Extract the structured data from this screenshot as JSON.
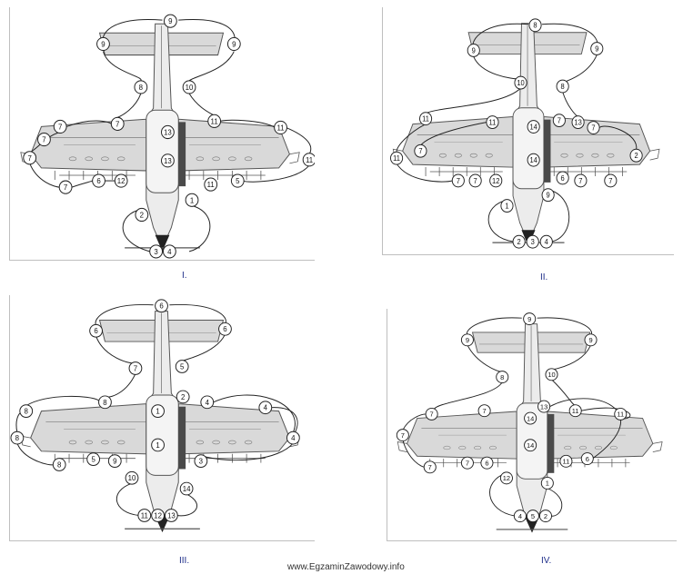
{
  "panels": [
    {
      "caption": "I.",
      "labels": [
        "9",
        "9",
        "9",
        "8",
        "10",
        "7",
        "7",
        "7",
        "11",
        "11",
        "13",
        "13",
        "7",
        "11",
        "7",
        "6",
        "12",
        "11",
        "5",
        "1",
        "2",
        "3",
        "4"
      ]
    },
    {
      "caption": "II.",
      "labels": [
        "8",
        "9",
        "9",
        "10",
        "8",
        "11",
        "11",
        "13",
        "7",
        "7",
        "11",
        "14",
        "14",
        "7",
        "2",
        "7",
        "7",
        "12",
        "6",
        "7",
        "7",
        "1",
        "9",
        "2",
        "3",
        "4"
      ]
    },
    {
      "caption": "III.",
      "labels": [
        "6",
        "6",
        "6",
        "7",
        "5",
        "8",
        "2",
        "4",
        "8",
        "1",
        "4",
        "8",
        "1",
        "4",
        "8",
        "5",
        "9",
        "3",
        "10",
        "14",
        "11",
        "12",
        "13"
      ]
    },
    {
      "caption": "IV.",
      "labels": [
        "9",
        "9",
        "9",
        "8",
        "10",
        "7",
        "7",
        "13",
        "11",
        "7",
        "14",
        "11",
        "14",
        "7",
        "7",
        "6",
        "12",
        "11",
        "6",
        "1",
        "4",
        "5",
        "2"
      ]
    }
  ],
  "footer": "www.EgzaminZawodowy.info"
}
